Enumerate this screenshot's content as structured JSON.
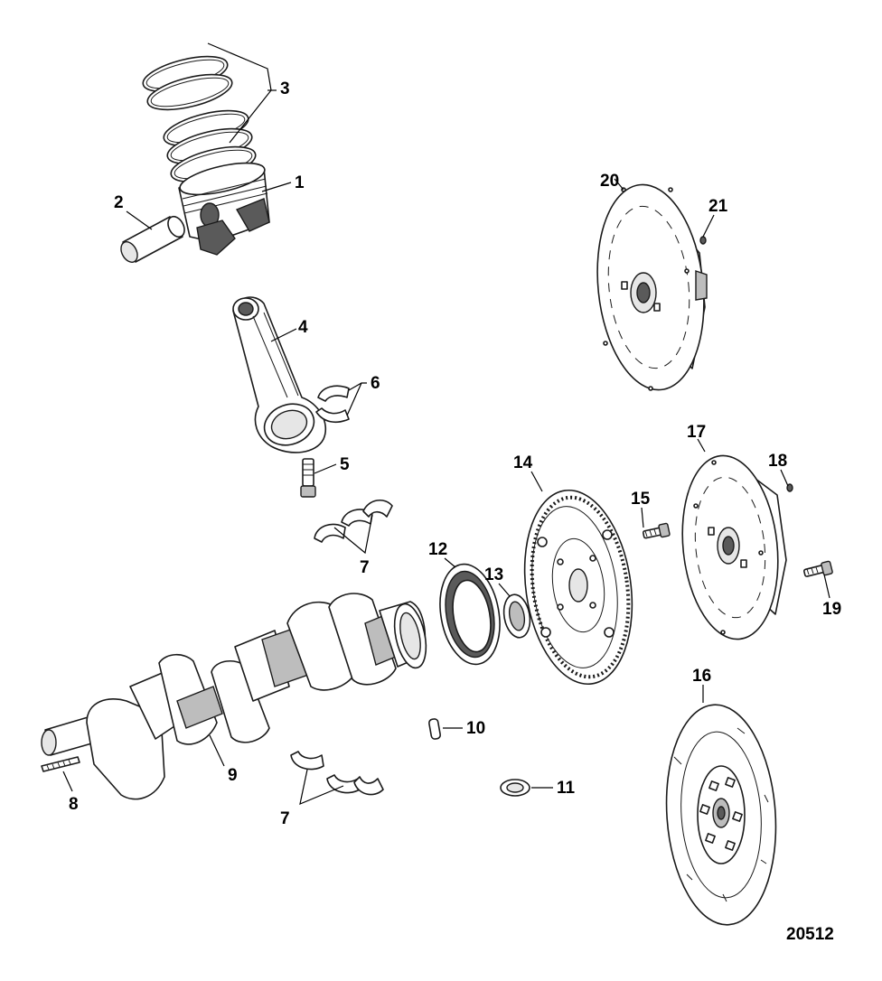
{
  "figure_number": "20512",
  "callouts": [
    "1",
    "2",
    "3",
    "4",
    "5",
    "6",
    "7",
    "8",
    "9",
    "10",
    "11",
    "12",
    "13",
    "14",
    "15",
    "16",
    "17",
    "18",
    "19",
    "20",
    "21"
  ],
  "parts": [
    "piston",
    "piston-pin",
    "piston-rings",
    "connecting-rod",
    "rod-bolt",
    "rod-bearing",
    "main-bearing",
    "crank-key",
    "crankshaft",
    "dowel-pin",
    "washer",
    "rear-main-seal",
    "pilot-bushing",
    "flywheel",
    "flywheel-bolt",
    "clutch-disc",
    "drive-plate",
    "drive-plate-nut",
    "drive-plate-bolt",
    "damper-plate",
    "damper-nut"
  ]
}
